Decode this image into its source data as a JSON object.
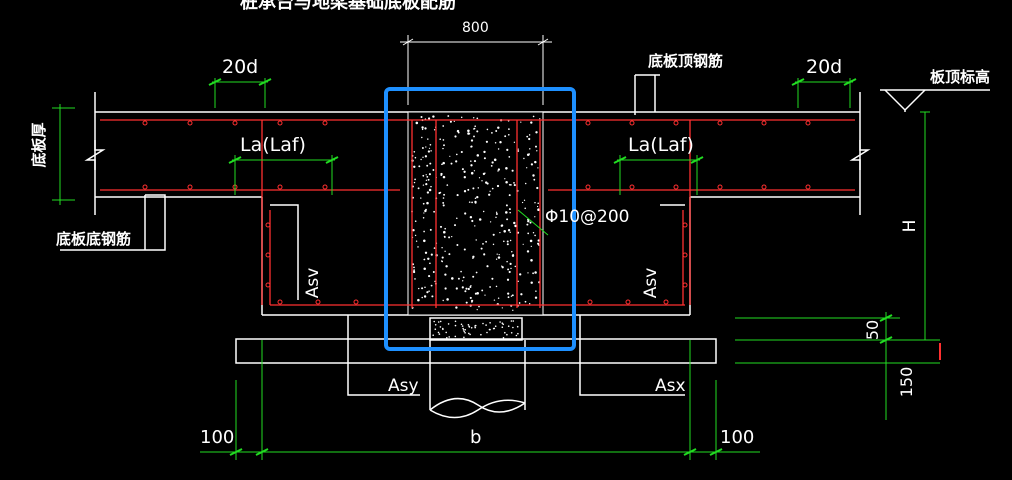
{
  "title": "桩承台与地梁基础底板配筋",
  "dims": {
    "top_width": "800",
    "anchor_left": "20d",
    "anchor_right": "20d",
    "left_100": "100",
    "right_100": "100",
    "b": "b",
    "h": "H",
    "d50": "50",
    "d150": "150"
  },
  "labels": {
    "slab_top_rebar": "底板顶钢筋",
    "slab_top_elev": "板顶标高",
    "slab_thickness": "底板厚",
    "slab_bottom_rebar": "底板底钢筋",
    "la_left": "La(Laf)",
    "la_right": "La(Laf)",
    "asv_left": "Asv",
    "asv_right": "Asv",
    "asy": "Asy",
    "asx": "Asx",
    "stirrup": "Φ10@200"
  },
  "colors": {
    "background": "#000000",
    "lines": "#ffffff",
    "rebar": "#ff3030",
    "dimension": "#22dd22",
    "highlight": "#1e90ff"
  }
}
